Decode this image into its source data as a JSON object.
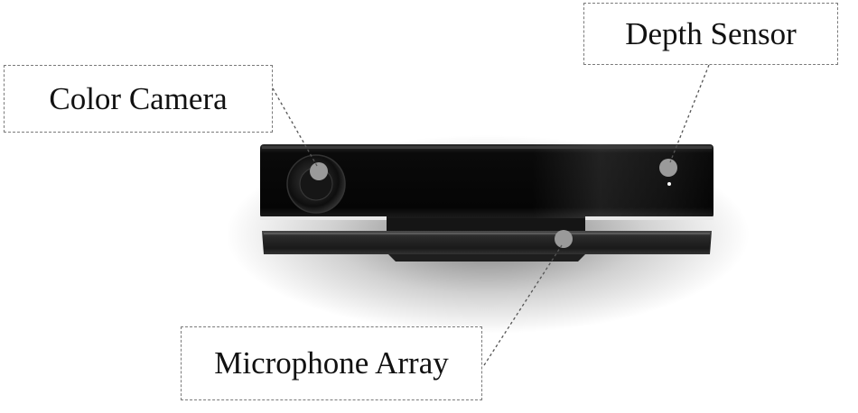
{
  "labels": {
    "color_camera": "Color Camera",
    "depth_sensor": "Depth Sensor",
    "microphone_array": "Microphone Array"
  },
  "colors": {
    "device_body": "#0c0c0c",
    "base_bar": "#232323",
    "marker": "#9a9a9a",
    "leader_line": "#555555",
    "callout_border": "#7a7a7a"
  }
}
